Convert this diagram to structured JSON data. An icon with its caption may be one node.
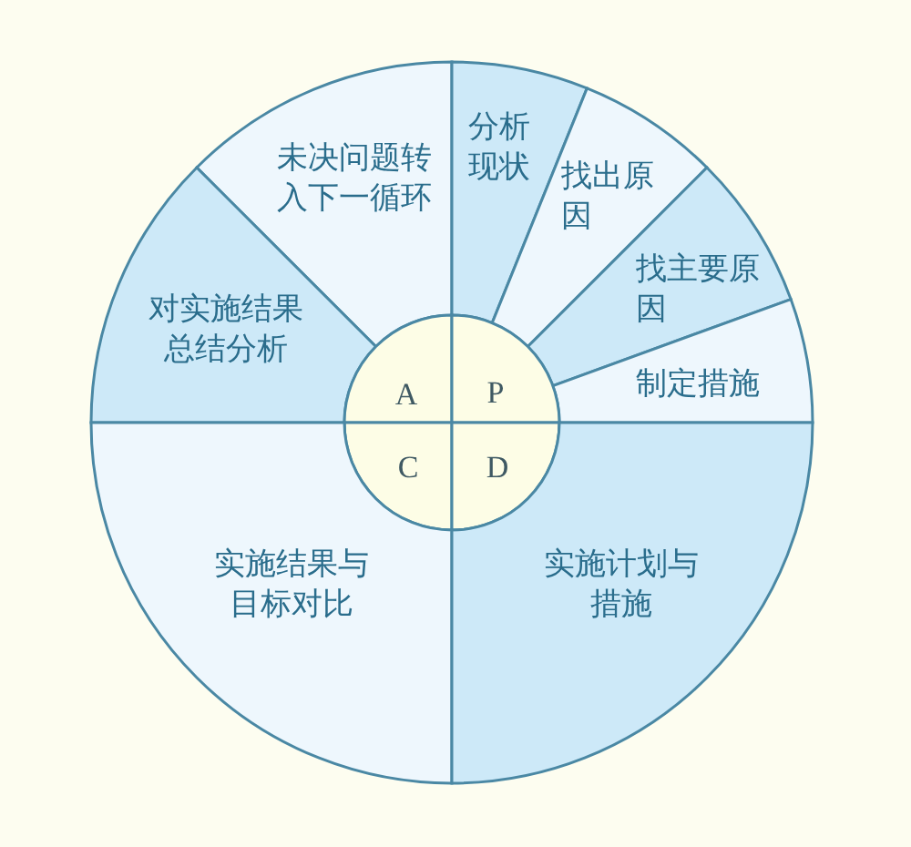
{
  "diagram": {
    "nodes": [
      {
        "text": [
          "未决问题转入下一循环"
        ]
      },
      {
        "text": [
          "分析现状"
        ]
      },
      {
        "text": [
          "找出原因"
        ]
      },
      {
        "text": [
          "找主要原因"
        ]
      },
      {
        "text": [
          "对实施结果总结分析"
        ]
      },
      {
        "text": [
          "制定措施"
        ]
      },
      {
        "text": [
          "A"
        ]
      },
      {
        "text": [
          "P"
        ]
      },
      {
        "text": [
          "C"
        ]
      },
      {
        "text": [
          "D"
        ]
      },
      {
        "text": [
          "实施结果与目标对比"
        ]
      },
      {
        "text": [
          "实施计划与措施"
        ]
      }
    ]
  }
}
